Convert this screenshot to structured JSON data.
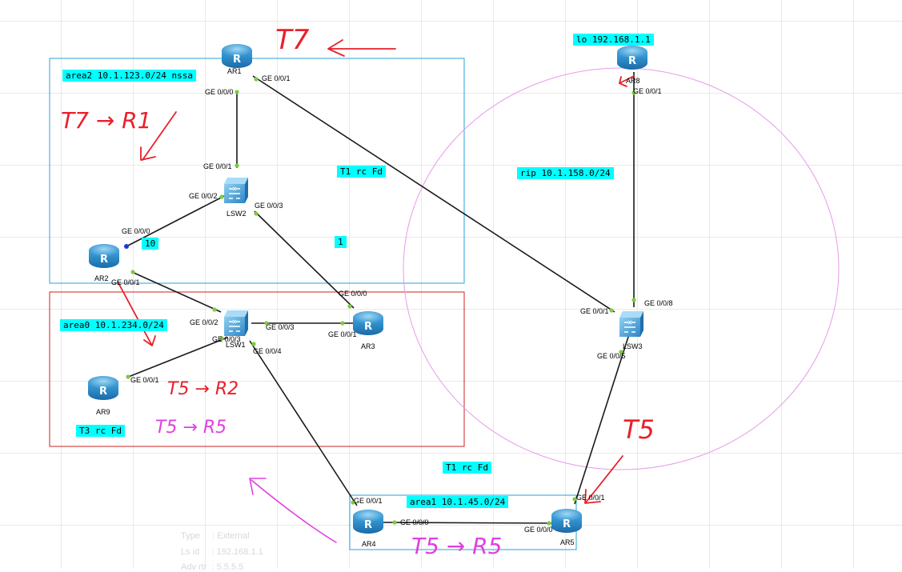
{
  "areas": {
    "area2": "area2 10.1.123.0/24 nssa",
    "area0": "area0 10.1.234.0/24",
    "area1": "area1 10.1.45.0/24",
    "rip": "rip 10.1.158.0/24",
    "lo": "lo 192.168.1.1"
  },
  "tags": {
    "t1_top": "T1 rc Fd",
    "cost10": "10",
    "cost1": "1",
    "t3": "T3 rc Fd",
    "t1_bottom": "T1 rc Fd"
  },
  "devices": {
    "ar1": "AR1",
    "ar2": "AR2",
    "ar3": "AR3",
    "ar4": "AR4",
    "ar5": "AR5",
    "ar8": "AR8",
    "ar9": "AR9",
    "lsw1": "LSW1",
    "lsw2": "LSW2",
    "lsw3": "LSW3"
  },
  "ports": {
    "ar1_g001": "GE 0/0/1",
    "ar1_g000": "GE 0/0/0",
    "lsw2_g001": "GE 0/0/1",
    "lsw2_g002": "GE 0/0/2",
    "lsw2_g003": "GE 0/0/3",
    "ar2_g000": "GE 0/0/0",
    "ar2_g001": "GE 0/0/1",
    "lsw1_g002": "GE 0/0/2",
    "lsw1_g003a": "GE 0/0/3",
    "lsw1_g003b": "GE 0/0/3",
    "lsw1_g004": "GE 0/0/4",
    "ar3_g000": "GE 0/0/0",
    "ar3_g001": "GE 0/0/1",
    "ar9_g001": "GE 0/0/1",
    "ar8_g001": "GE 0/0/1",
    "lsw3_g001": "GE 0/0/1",
    "lsw3_g008": "GE 0/0/8",
    "lsw3_g005": "GE 0/0/5",
    "ar4_g001": "GE 0/0/1",
    "ar4_g000": "GE 0/0/0",
    "ar5_g000": "GE 0/0/0",
    "ar5_g001": "GE 0/0/1"
  },
  "annotations": {
    "t7_top": "T7",
    "t7_r1": "T7 → R1",
    "t5_r2": "T5 → R2",
    "t5_r5_pink": "T5 → R5",
    "t5_right": "T5",
    "t5_r5_bottom": "T5 → R5"
  },
  "ghost": {
    "type_label": "Type     : External",
    "lsid_label": "Ls id     : 192.168.1.1",
    "adv_label": "Adv rtr  : 5.5.5.5"
  },
  "colors": {
    "area_box_blue": "#2aa0d8",
    "area_box_red": "#cc2222",
    "rip_circle": "#e79be7",
    "label_bg": "#00ffff",
    "annot_red": "#e8202a",
    "annot_pink": "#e040e0",
    "port_green": "#7ccc3a",
    "port_blue": "#1a3ad8"
  }
}
